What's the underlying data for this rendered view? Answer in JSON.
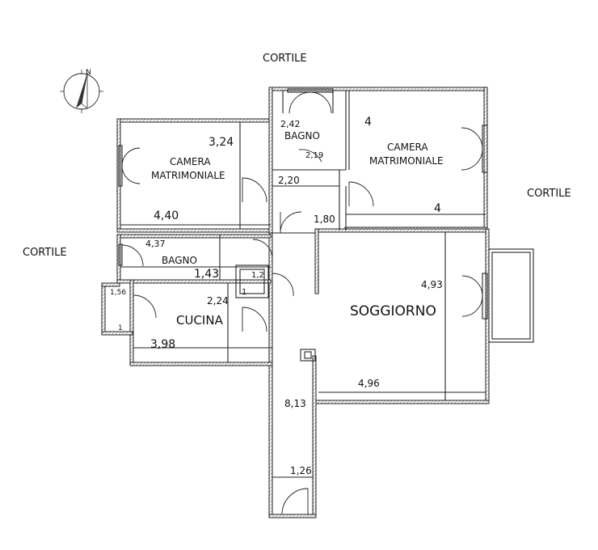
{
  "outside": {
    "top": "CORTILE",
    "right": "CORTILE",
    "left": "CORTILE"
  },
  "rooms": {
    "camera1": {
      "name_line1": "CAMERA",
      "name_line2": "MATRIMONIALE",
      "dim_top": "3,24",
      "dim_bottom": "4,40"
    },
    "camera2": {
      "name_line1": "CAMERA",
      "name_line2": "MATRIMONIALE",
      "dim_left": "4",
      "dim_bottom": "4"
    },
    "bagno_top": {
      "name": "BAGNO",
      "dim_a": "2,42",
      "dim_b": "2,19"
    },
    "bagno_mid": {
      "name": "BAGNO",
      "dim_a": "4,37",
      "dim_b": "1,43"
    },
    "cucina": {
      "name": "CUCINA",
      "dim_a": "2,24",
      "dim_b": "3,98"
    },
    "soggiorno": {
      "name": "SOGGIORNO",
      "dim_a": "4,93",
      "dim_b": "4,96"
    },
    "disimpegno": {
      "dim": "2,20"
    },
    "ripostiglio": {
      "dim": "1,80"
    },
    "closet": {
      "dim_a": "1,2",
      "dim_b": "1"
    },
    "balcone": {
      "dim_a": "1,56",
      "dim_b": "1"
    },
    "corridoio": {
      "dim_a": "8,13",
      "dim_b": "1,26"
    }
  },
  "compass": {
    "label": "N"
  }
}
